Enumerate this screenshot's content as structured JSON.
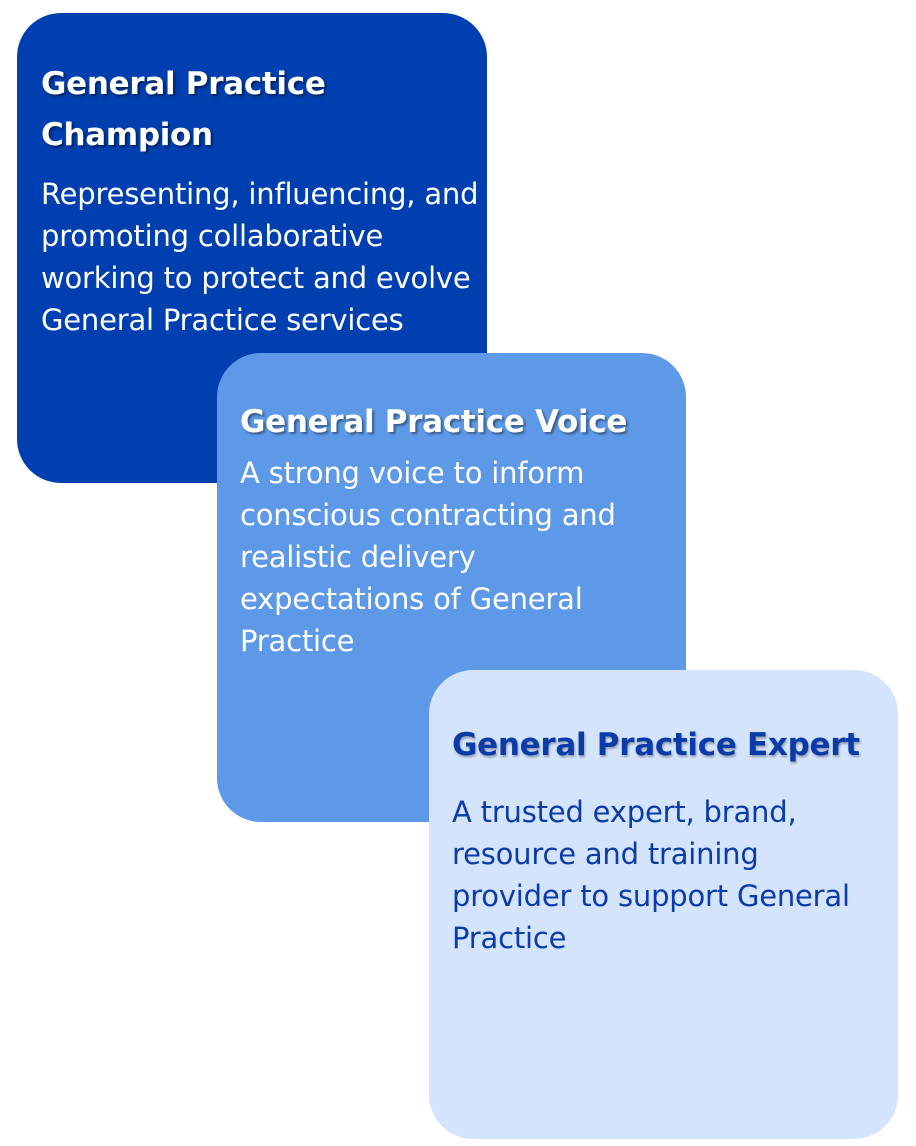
{
  "colors": {
    "champion_bg": "#003fb0",
    "voice_bg": "#5d99e6",
    "expert_bg": "#d3e4fc",
    "expert_text": "#0a3ba8",
    "light_text": "#ffffff"
  },
  "cards": {
    "champion": {
      "title": "General Practice Champion",
      "description": "Representing, influencing, and promoting collaborative working to protect and evolve General Practice services"
    },
    "voice": {
      "title": "General Practice Voice",
      "description": "A strong voice to inform conscious contracting and realistic delivery expectations of General Practice"
    },
    "expert": {
      "title": "General Practice Expert",
      "description": "A trusted expert, brand, resource and training provider to support General Practice"
    }
  }
}
